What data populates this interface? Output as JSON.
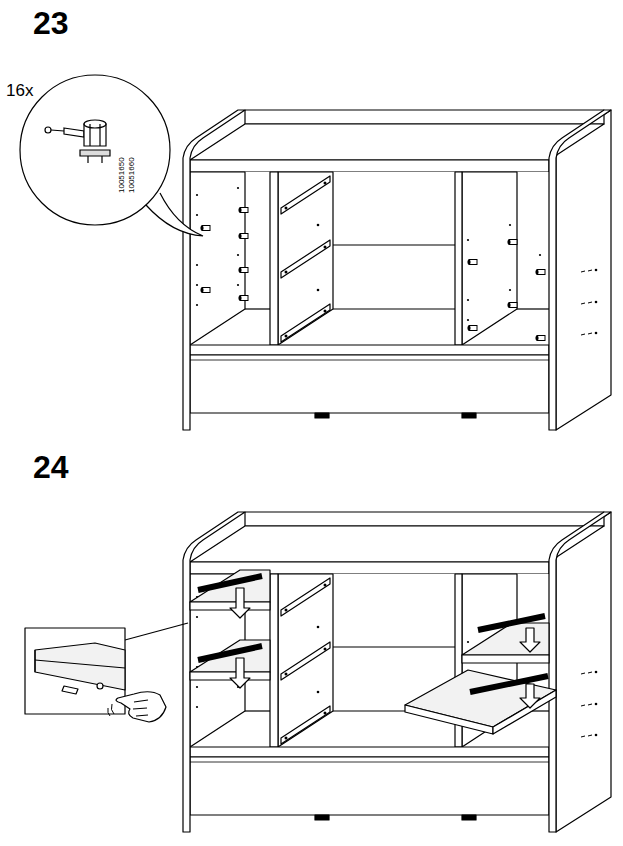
{
  "diagram": {
    "labels": [
      "23",
      "16x",
      "10051650",
      "10051660",
      "24"
    ]
  }
}
